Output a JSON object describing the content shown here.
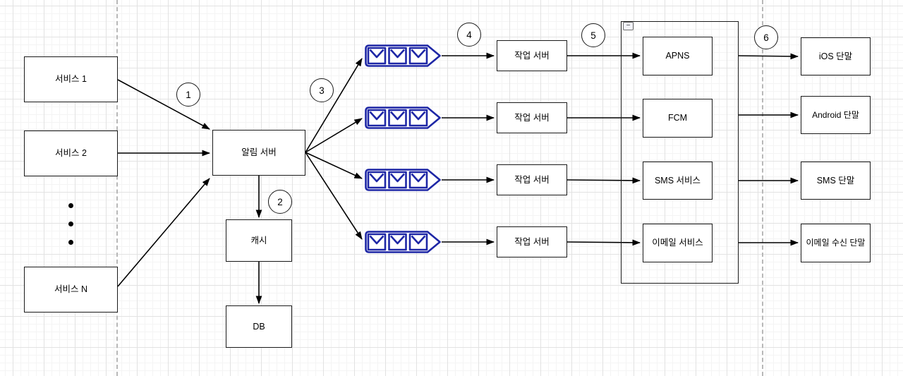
{
  "nodes": {
    "services": [
      {
        "label": "서비스 1"
      },
      {
        "label": "서비스 2"
      },
      {
        "label": "서비스 N"
      }
    ],
    "services_ellipsis_dots": 3,
    "notification_server": {
      "label": "알림 서버"
    },
    "cache": {
      "label": "캐시"
    },
    "database": {
      "label": "DB"
    },
    "message_queue_icon": "triple-envelope-queue",
    "message_queue_count": 4,
    "workers": [
      {
        "label": "작업 서버"
      },
      {
        "label": "작업 서버"
      },
      {
        "label": "작업 서버"
      },
      {
        "label": "작업 서버"
      }
    ],
    "providers": [
      {
        "label": "APNS"
      },
      {
        "label": "FCM"
      },
      {
        "label": "SMS 서비스"
      },
      {
        "label": "이메일 서비스"
      }
    ],
    "devices": [
      {
        "label": "iOS 단말"
      },
      {
        "label": "Android 단말"
      },
      {
        "label": "SMS 단말"
      },
      {
        "label": "이메일 수신 단말"
      }
    ]
  },
  "step_badges": [
    {
      "label": "1"
    },
    {
      "label": "2"
    },
    {
      "label": "3"
    },
    {
      "label": "4"
    },
    {
      "label": "5"
    },
    {
      "label": "6"
    }
  ],
  "provider_group": {
    "collapse_glyph": "−"
  },
  "colors": {
    "queue_blue": "#1e27a6",
    "shape_border": "#1a1a1a",
    "arrow": "#000000",
    "grid_minor": "#f4f4f4",
    "grid_major": "#e2e2e2",
    "guide_dashed": "#b8b8b8",
    "background": "#ffffff"
  }
}
